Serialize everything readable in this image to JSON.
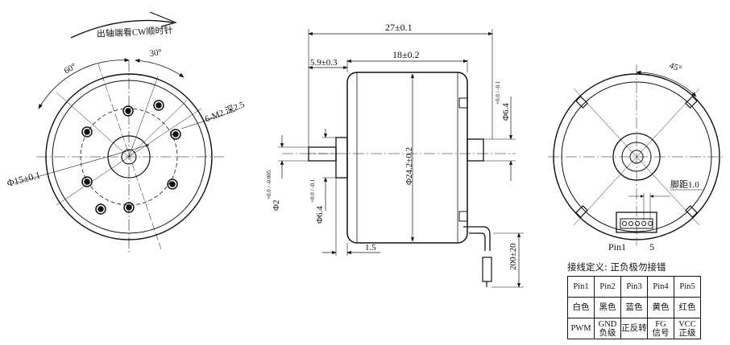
{
  "front_view": {
    "rotation_note": "出轴端看CW顺时针",
    "angle_60": "60°",
    "angle_30": "30°",
    "holes_note": "6-M2 深2.5",
    "diameter": "Φ15±0.1"
  },
  "side_view": {
    "overall_length": "27±0.1",
    "shaft_length": "5.9±0.3",
    "body_length": "18±0.2",
    "body_diameter": "Φ24.2±0.2",
    "boss_right": "Φ6.4",
    "boss_right_tol": "+0.0 / -0.1",
    "shaft_diameter": "Φ2",
    "shaft_tol": "+0.0 / -0.005",
    "boss_left": "Φ6.4",
    "boss_left_tol": "+0.0 / -0.1",
    "boss_height": "1.5",
    "lead_length": "200±20"
  },
  "rear_view": {
    "angle": "45°",
    "pin_pitch": "脚距1.0",
    "pin1_label": "Pin1",
    "pin5_label": "5"
  },
  "wiring": {
    "title": "接线定义:  正负极勿接错",
    "headers": [
      "Pin1",
      "Pin2",
      "Pin3",
      "Pin4",
      "Pin5"
    ],
    "colors": [
      "白色",
      "黑色",
      "蓝色",
      "黄色",
      "红色"
    ],
    "functions": [
      {
        "l1": "PWM",
        "l2": ""
      },
      {
        "l1": "GND",
        "l2": "负级"
      },
      {
        "l1": "正反转",
        "l2": ""
      },
      {
        "l1": "FG",
        "l2": "信号"
      },
      {
        "l1": "VCC",
        "l2": "正级"
      }
    ]
  }
}
